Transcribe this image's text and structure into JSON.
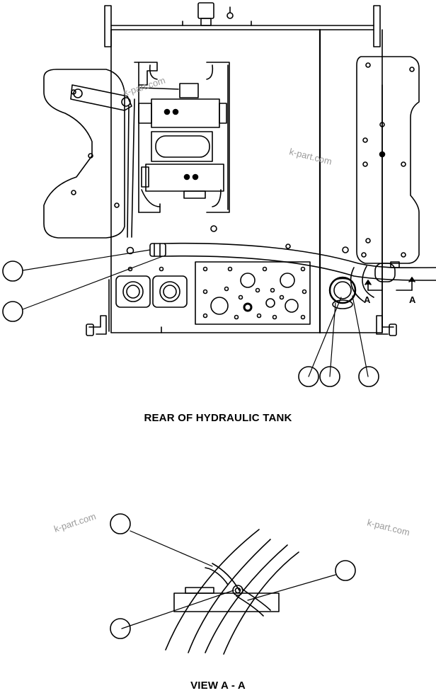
{
  "captions": {
    "rear_view": "REAR OF HYDRAULIC TANK",
    "section_view": "VIEW A - A"
  },
  "section_markers": [
    "A",
    "A"
  ],
  "watermark": "k-part.com",
  "callouts": {
    "rear_view_count": 5,
    "section_view_count": 3
  },
  "colors": {
    "line": "#000000",
    "watermark": "#9a9a9a"
  }
}
